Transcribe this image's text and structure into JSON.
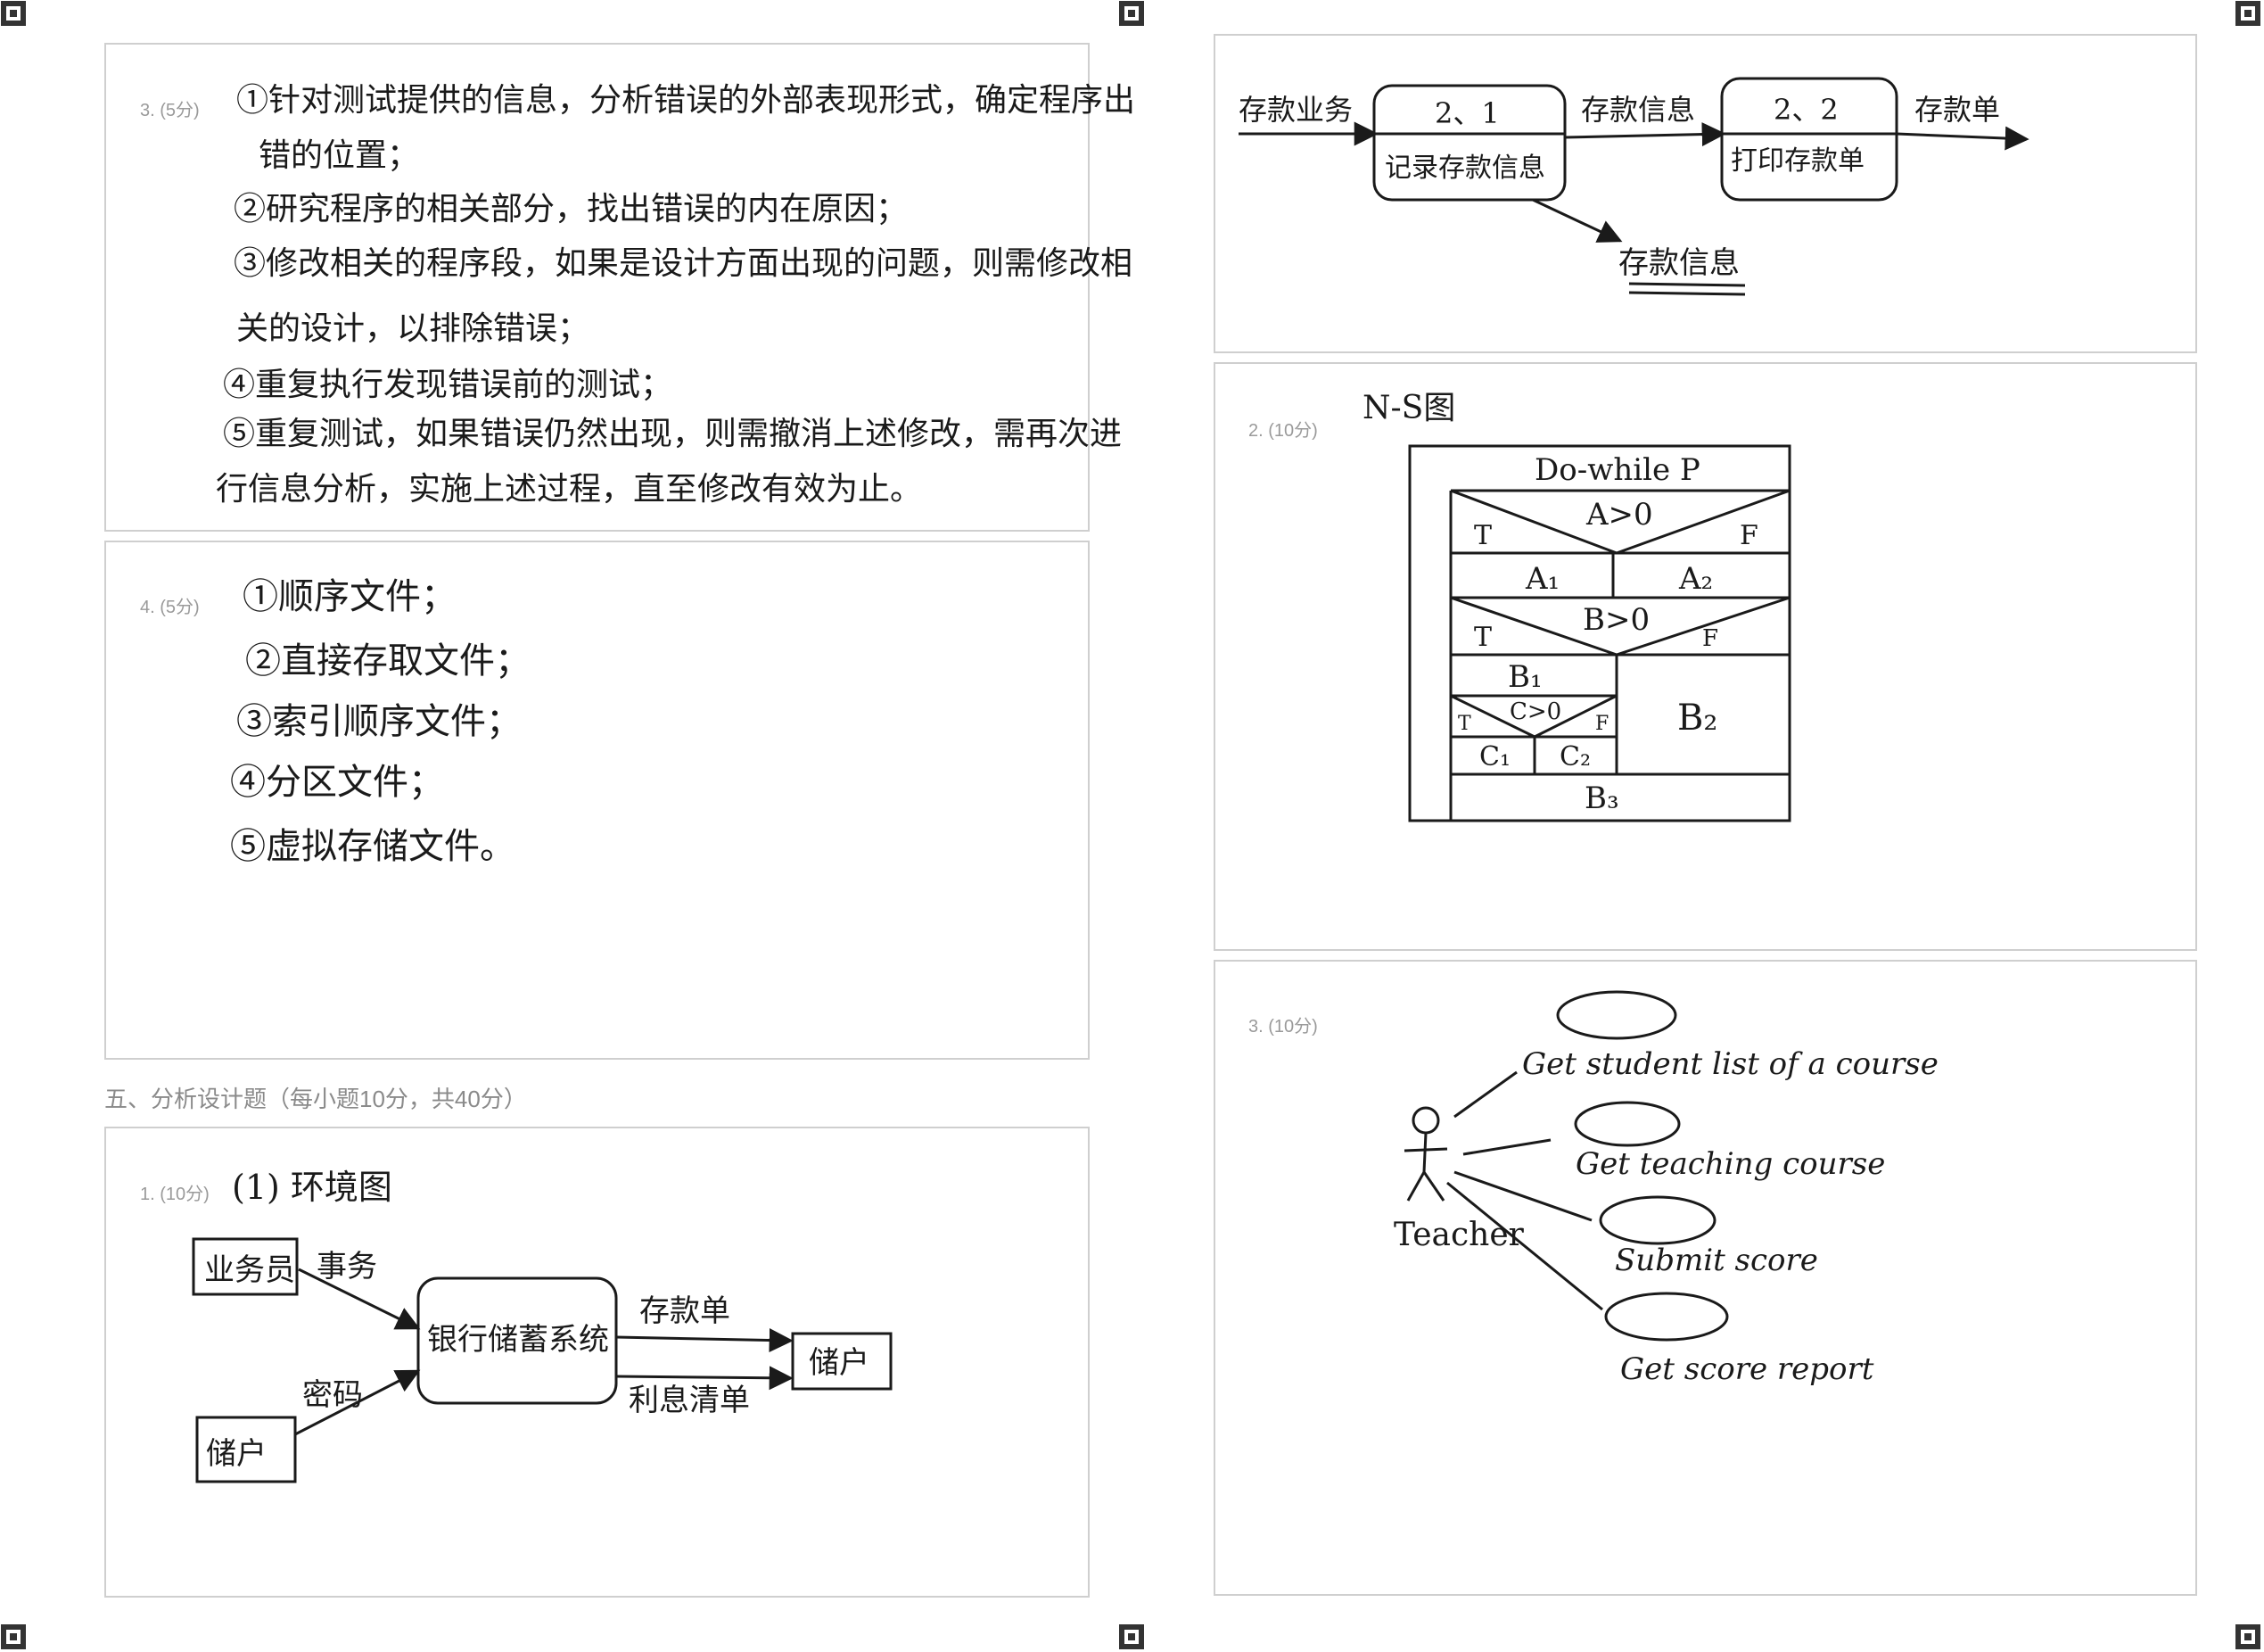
{
  "left": {
    "q3": {
      "num": "3. (5分)",
      "lines": [
        "①针对测试提供的信息，分析错误的外部表现形式，确定程序出",
        "错的位置；",
        "②研究程序的相关部分，找出错误的内在原因；",
        "③修改相关的程序段，如果是设计方面出现的问题，则需修改相",
        "关的设计，以排除错误；",
        "④重复执行发现错误前的测试；",
        "⑤重复测试，如果错误仍然出现，则需撤消上述修改，需再次进",
        "行信息分析，实施上述过程，直至修改有效为止。"
      ]
    },
    "q4": {
      "num": "4. (5分)",
      "items": [
        "①顺序文件；",
        "②直接存取文件；",
        "③索引顺序文件；",
        "④分区文件；",
        "⑤虚拟存储文件。"
      ]
    },
    "section_title": "五、分析设计题（每小题10分，共40分）",
    "q5_1": {
      "num": "1. (10分)",
      "heading": "(1) 环境图",
      "clerk": "业务员",
      "transaction": "事务",
      "system": "银行储蓄系统",
      "depositor_left": "储户",
      "password": "密码",
      "deposit_slip": "存款单",
      "interest_list": "利息清单",
      "depositor_right": "储户"
    }
  },
  "right": {
    "dfd": {
      "input": "存款业务",
      "p1_id": "2、1",
      "p1_name": "记录存款信息",
      "flow": "存款信息",
      "p2_id": "2、2",
      "p2_name": "打印存款单",
      "output": "存款单",
      "store": "存款信息"
    },
    "q2": {
      "num": "2. (10分)",
      "title": "N-S图",
      "loop": "Do-while  P",
      "cond1": "A>0",
      "t": "T",
      "f": "F",
      "a1": "A₁",
      "a2": "A₂",
      "cond2": "B>0",
      "b1": "B₁",
      "b2": "B₂",
      "cond3": "C>0",
      "c1": "C₁",
      "c2": "C₂",
      "b3": "B₃"
    },
    "q3": {
      "num": "3. (10分)",
      "actor": "Teacher",
      "use_cases": [
        "Get student list of a course",
        "Get teaching course",
        "Submit score",
        "Get score report"
      ]
    }
  }
}
